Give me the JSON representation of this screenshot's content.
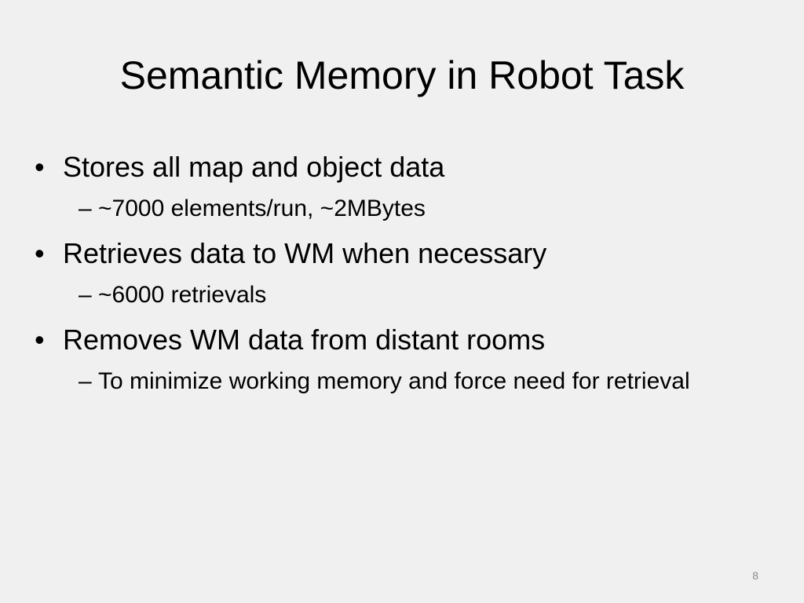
{
  "slide": {
    "title": "Semantic Memory in Robot Task",
    "bullet_marker": "•",
    "sub_marker": "–",
    "bullets": [
      {
        "text": "Stores all map and object data",
        "sub": [
          "~7000 elements/run, ~2MBytes"
        ]
      },
      {
        "text": "Retrieves data to WM when necessary",
        "sub": [
          "~6000 retrievals"
        ]
      },
      {
        "text": "Removes WM data from distant rooms",
        "sub": [
          "To minimize working memory and force need for retrieval"
        ]
      }
    ],
    "slide_number": "8",
    "colors": {
      "background": "#f0f0f0",
      "text": "#000000",
      "slide_number": "#8a8a8a"
    }
  }
}
